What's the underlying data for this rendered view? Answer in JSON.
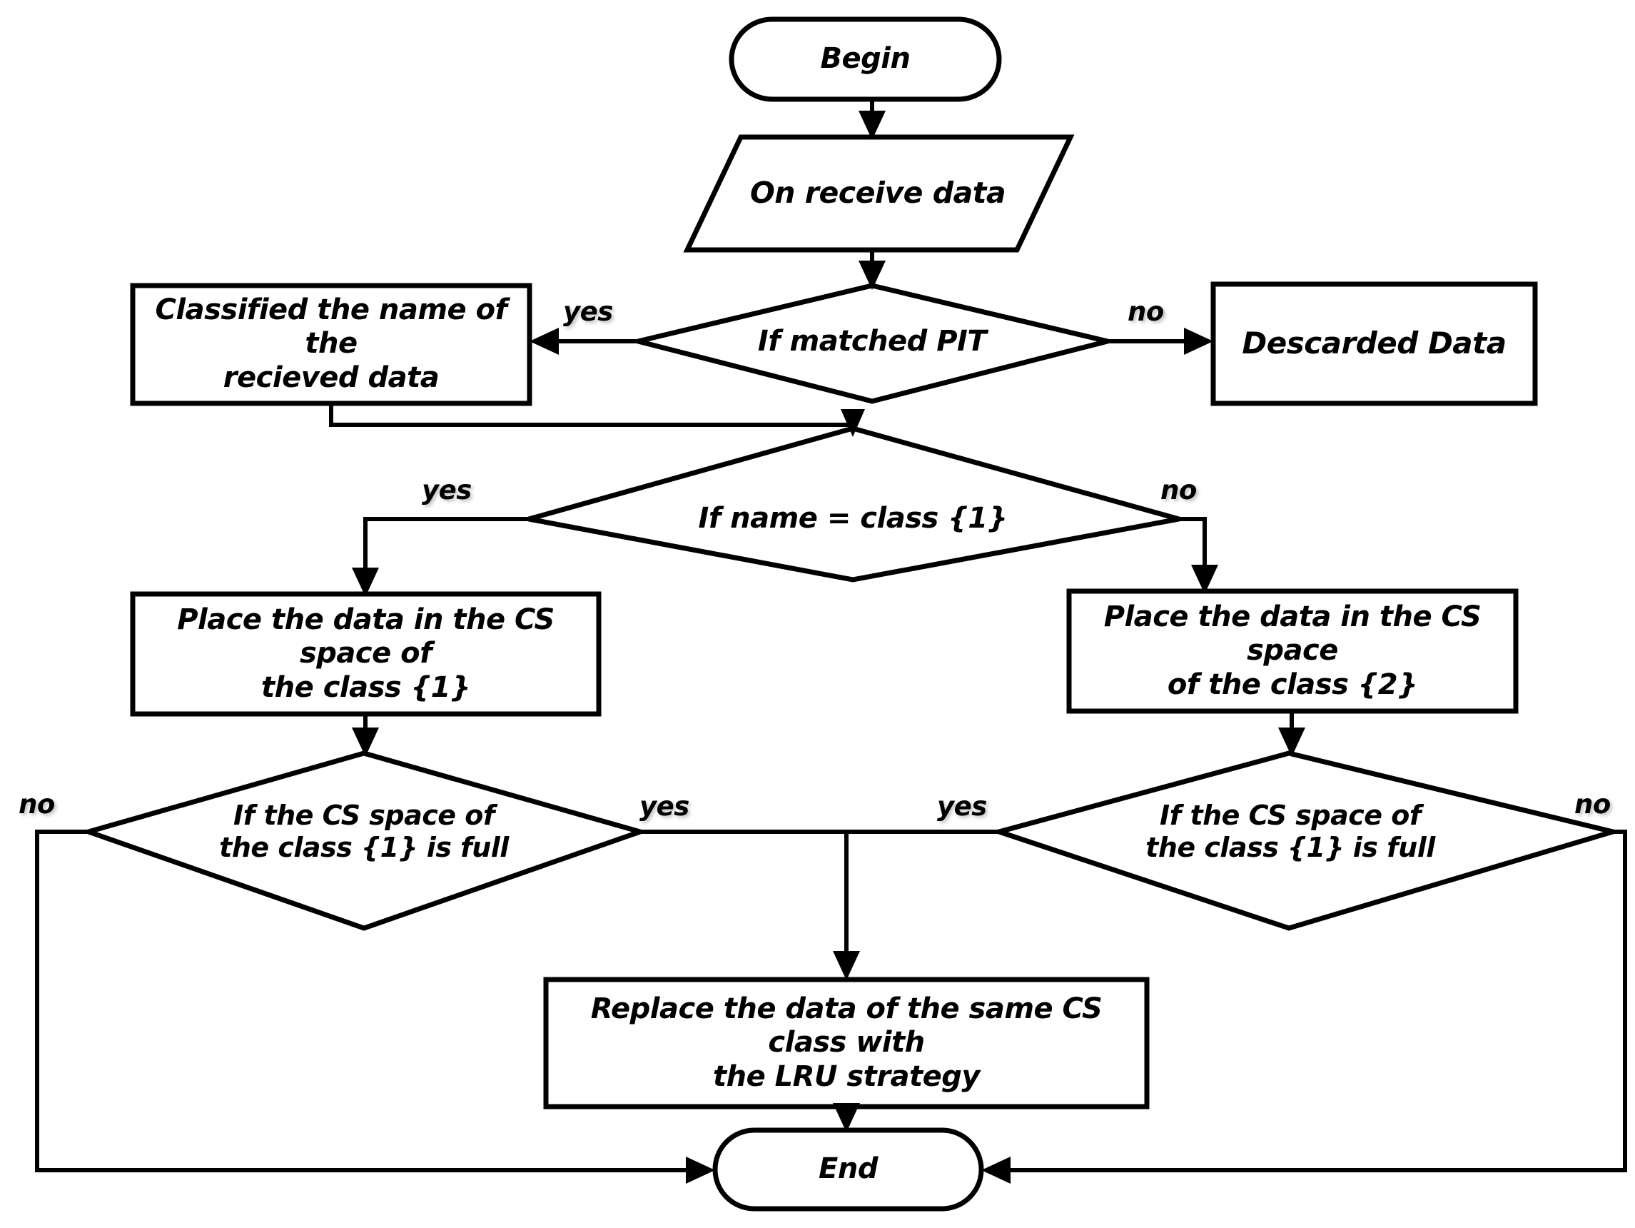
{
  "diagram": {
    "title": "Content Store classification flowchart",
    "background": "#ffffff",
    "line_color": "#000000"
  },
  "nodes": {
    "begin": {
      "label": "Begin",
      "shape": "terminator"
    },
    "on_receive": {
      "label": "On receive data",
      "shape": "parallelogram"
    },
    "if_pit": {
      "label": "If matched PIT",
      "shape": "decision"
    },
    "classified": {
      "label": "Classified the name of the\nrecieved data",
      "shape": "process"
    },
    "discarded": {
      "label": "Descarded Data",
      "shape": "process"
    },
    "if_name": {
      "label": "If name = class {1}",
      "shape": "decision"
    },
    "place_c1": {
      "label": "Place the data in the CS space of\nthe class {1}",
      "shape": "process"
    },
    "place_c2": {
      "label": "Place the data in the CS space\nof the class {2}",
      "shape": "process"
    },
    "full_left": {
      "label": "If the CS space of\nthe class {1} is full",
      "shape": "decision"
    },
    "full_right": {
      "label": "If the CS space of\nthe class {1} is full",
      "shape": "decision"
    },
    "replace_lru": {
      "label": "Replace the data of the same CS class with\nthe LRU strategy",
      "shape": "process"
    },
    "end": {
      "label": "End",
      "shape": "terminator"
    }
  },
  "edge_labels": {
    "pit_yes": "yes",
    "pit_no": "no",
    "name_yes": "yes",
    "name_no": "no",
    "full_left_yes": "yes",
    "full_left_no": "no",
    "full_right_yes": "yes",
    "full_right_no": "no"
  }
}
